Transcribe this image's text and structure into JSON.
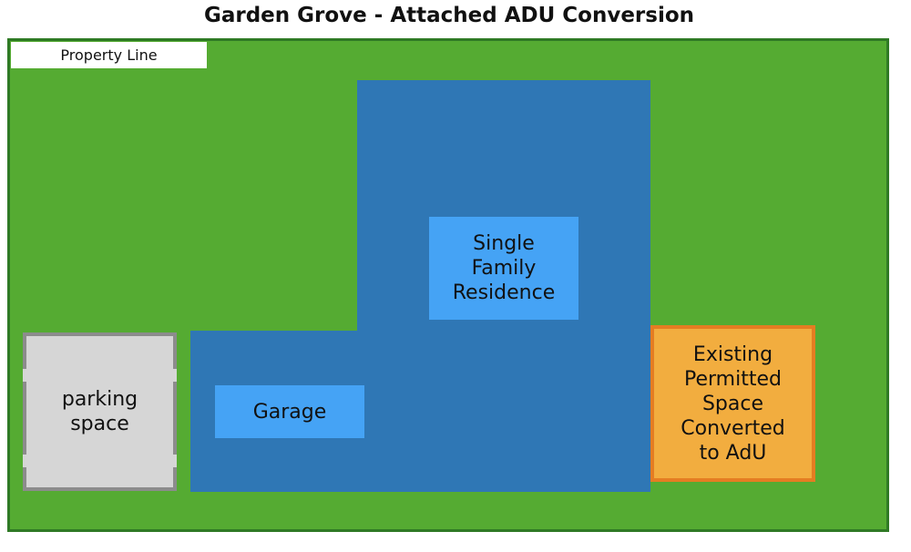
{
  "title": "Garden Grove - Attached ADU Conversion",
  "property_line_label": "Property Line",
  "single_family_residence": {
    "lines": [
      "Single",
      "Family",
      "Residence"
    ]
  },
  "garage_label": "Garage",
  "adu": {
    "lines": [
      "Existing",
      "Permitted",
      "Space",
      "Converted",
      "to AdU"
    ]
  },
  "parking": {
    "lines": [
      "parking",
      "space"
    ]
  },
  "colors": {
    "lot": "#55ab32",
    "lot_border": "#2f7a25",
    "house": "#2f77b5",
    "room_label": "#45a3f5",
    "adu_fill": "#f2ad3f",
    "adu_border": "#e57d22",
    "parking_fill": "#d6d6d6",
    "parking_border": "#8c8c8c"
  }
}
